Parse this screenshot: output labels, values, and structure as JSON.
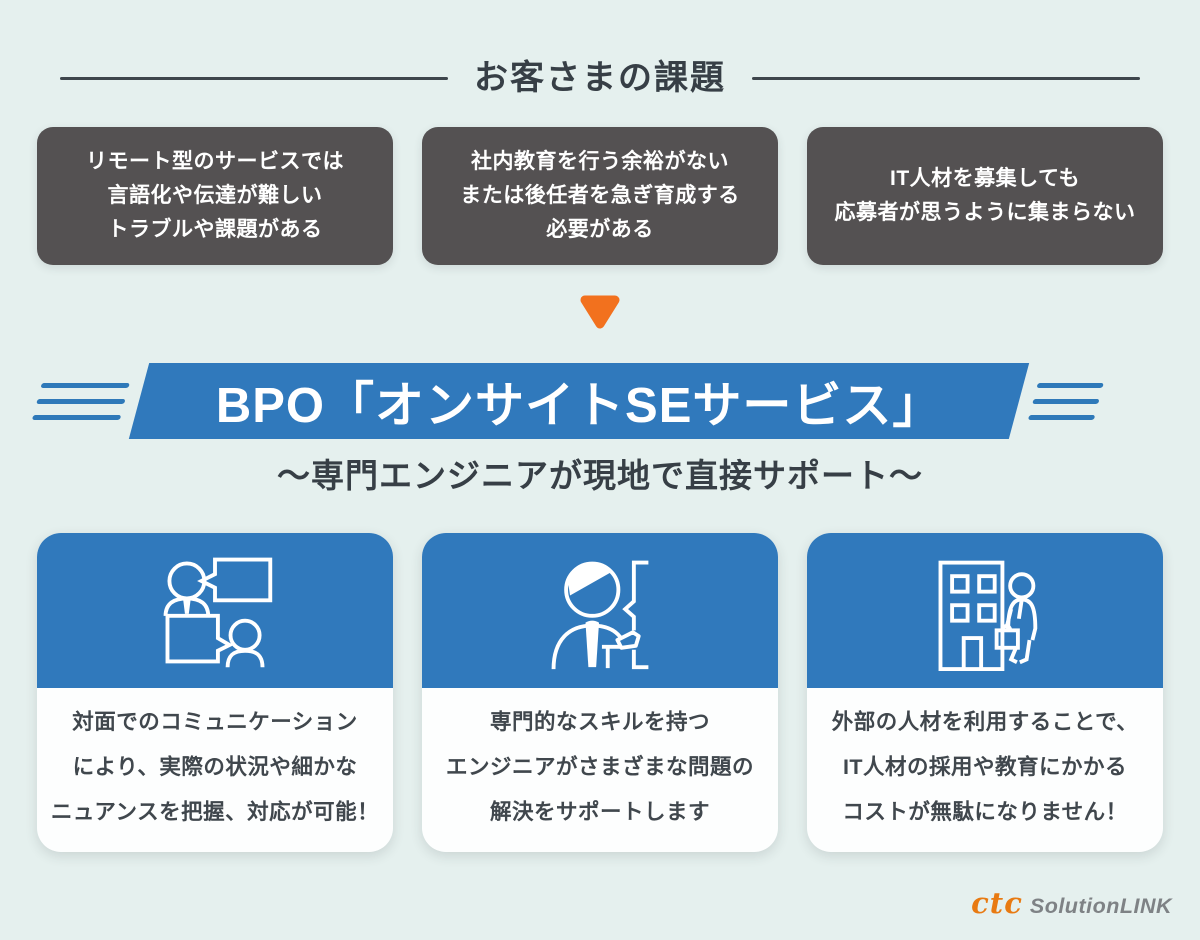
{
  "colors": {
    "background": "#E5F0EE",
    "challenge_box": "#545152",
    "accent_blue": "#3079BC",
    "speed_line_blue": "#2E79B9",
    "arrow_orange": "#F2711E",
    "heading_text": "#373F46",
    "card_text": "#40474D",
    "logo_orange": "#E87A12",
    "logo_gray": "#7E8285"
  },
  "header": {
    "title": "お客さまの課題"
  },
  "challenges": [
    {
      "lines": [
        "リモート型のサービスでは",
        "言語化や伝達が難しい",
        "トラブルや課題がある"
      ]
    },
    {
      "lines": [
        "社内教育を行う余裕がない",
        "または後任者を急ぎ育成する",
        "必要がある"
      ]
    },
    {
      "lines": [
        "IT人材を募集しても",
        "応募者が思うように集まらない"
      ]
    }
  ],
  "solution": {
    "banner_title": "BPO「オンサイトSEサービス」",
    "subtitle": "〜専門エンジニアが現地で直接サポート〜"
  },
  "benefits": [
    {
      "icon": "conversation-icon",
      "lines": [
        "対面でのコミュニケーション",
        "により、実際の状況や細かな",
        "ニュアンスを把握、対応が可能！"
      ]
    },
    {
      "icon": "engineer-icon",
      "lines": [
        "専門的なスキルを持つ",
        "エンジニアがさまざまな問題の",
        "解決をサポートします"
      ]
    },
    {
      "icon": "office-visit-icon",
      "lines": [
        "外部の人材を利用することで、",
        "IT人材の採用や教育にかかる",
        "コストが無駄になりません！"
      ]
    }
  ],
  "logo": {
    "mark": "ctc",
    "name": "SolutionLINK"
  }
}
